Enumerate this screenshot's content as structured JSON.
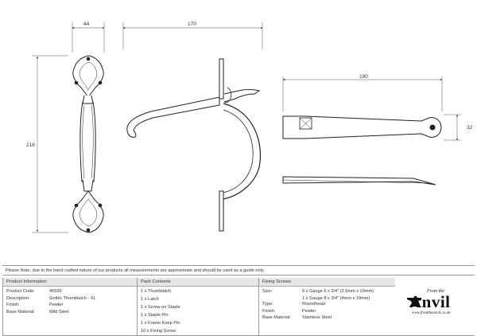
{
  "dimensions": {
    "handle_width": "44",
    "latch_length": "170",
    "handle_height": "216",
    "keep_length": "190",
    "keep_height": "32"
  },
  "note": "Please Note, due to the hand crafted nature of our products all measurements are approximate and should be used as a guide only.",
  "product_info": {
    "header": "Product Information",
    "rows": [
      {
        "label": "Product Code:",
        "value": "45599"
      },
      {
        "label": "Description:",
        "value": "Gothic Thumblatch - XL"
      },
      {
        "label": "Finish:",
        "value": "Pewter"
      },
      {
        "label": "Base Material:",
        "value": "Mild Steel"
      }
    ]
  },
  "pack_contents": {
    "header": "Pack Contents",
    "items": [
      "1 x Thumblatch",
      "1 x Latch",
      "1 x Screw on Staple",
      "1 x Staple Pin",
      "1 x Frame Keep Pin",
      "10 x Fixing Screw"
    ]
  },
  "fixing_screws": {
    "header": "Fixing Screws",
    "size_label": "Size:",
    "size_values": [
      "9 x Gauge 6 x 3/4\" (3.5mm x 19mm)",
      "1 x Gauge 8 x 3/4\" (4mm x 19mm)"
    ],
    "rows": [
      {
        "label": "Type:",
        "value": "Roundhead"
      },
      {
        "label": "Finish:",
        "value": "Pewter"
      },
      {
        "label": "Base Material:",
        "value": "Stainless Steel"
      }
    ]
  },
  "logo": {
    "from_the": "From the",
    "word": "Anvil",
    "url": "www.fromtheanvil.co.uk"
  }
}
